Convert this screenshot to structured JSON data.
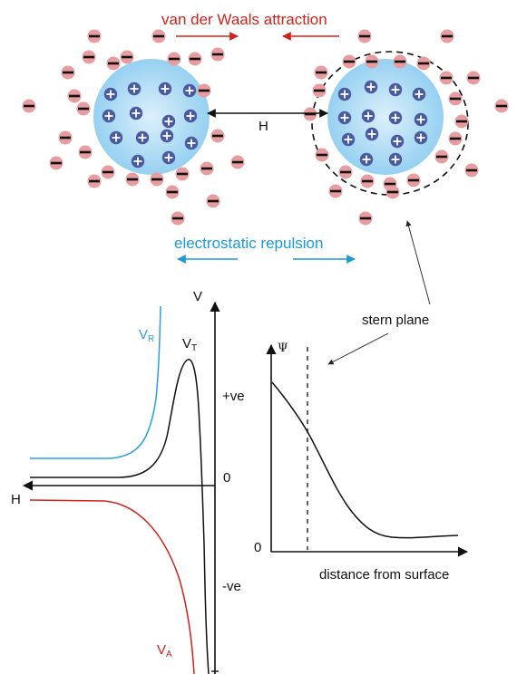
{
  "colors": {
    "attraction": "#d0231b",
    "repulsion": "#1b9ad6",
    "particle_fill": "#8fcdf0",
    "particle_center": "#dcf0fb",
    "ion_fill": "#e79d9f",
    "positive_ion_fill": "#4a5aa0",
    "curve_black": "#111111",
    "curve_repulsion": "#2aa0d6",
    "curve_attraction": "#d0231b"
  },
  "top": {
    "attraction_label": "van der Waals attraction",
    "repulsion_label": "electrostatic repulsion",
    "separation_label": "H",
    "stern_plane_label": "stern plane"
  },
  "energy_plot": {
    "y_axis_label": "V",
    "x_axis_label": "H",
    "positive_label": "+ve",
    "zero_label": "0",
    "negative_label": "-ve",
    "curves": {
      "repulsion": {
        "main": "V",
        "sub": "R"
      },
      "total": {
        "main": "V",
        "sub": "T"
      },
      "attraction": {
        "main": "V",
        "sub": "A"
      }
    }
  },
  "potential_plot": {
    "y_axis_label": "Ψ",
    "zero_label": "0",
    "x_axis_label": "distance from surface"
  }
}
